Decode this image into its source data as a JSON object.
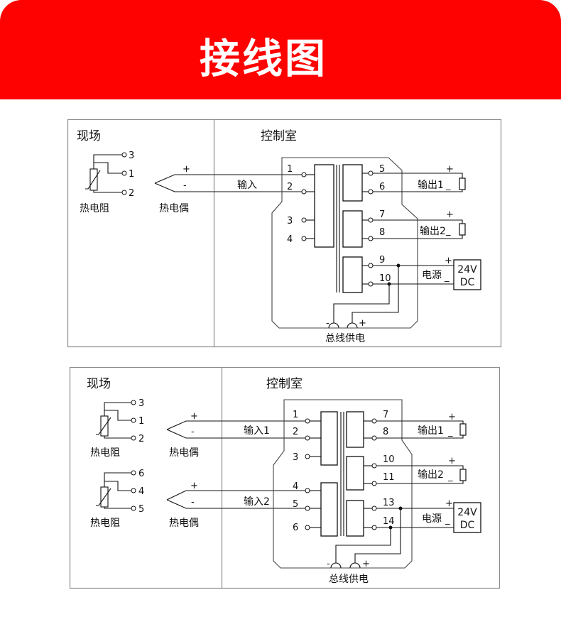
{
  "colors": {
    "banner": "#fe0101",
    "title_text": "#ffffff",
    "wiring": "#111111",
    "frame": "#8c8c8c"
  },
  "header": {
    "title": "接线图"
  },
  "diagram1": {
    "field_label": "现场",
    "control_label": "控制室",
    "rtd": {
      "label": "热电阻",
      "terminals": [
        "3",
        "1",
        "2"
      ]
    },
    "thermocouple": {
      "label": "热电偶",
      "plus": "+",
      "minus": "-"
    },
    "input_label": "输入",
    "input_terminals": [
      "1",
      "2",
      "3",
      "4"
    ],
    "output_terminals": [
      "5",
      "6",
      "7",
      "8",
      "9",
      "10"
    ],
    "output1": {
      "label": "输出1",
      "plus": "+",
      "minus": "_"
    },
    "output2": {
      "label": "输出2",
      "plus": "+",
      "minus": "_"
    },
    "power": {
      "label": "电源",
      "plus": "+",
      "minus": "_",
      "source": [
        "24V",
        "DC"
      ]
    },
    "bus_power": {
      "label": "总线供电",
      "minus": "-",
      "plus": "+"
    }
  },
  "diagram2": {
    "field_label": "现场",
    "control_label": "控制室",
    "rtd1": {
      "label": "热电阻",
      "terminals": [
        "3",
        "1",
        "2"
      ]
    },
    "thermocouple1": {
      "label": "热电偶",
      "plus": "+",
      "minus": "-"
    },
    "rtd2": {
      "label": "热电阻",
      "terminals": [
        "6",
        "4",
        "5"
      ]
    },
    "thermocouple2": {
      "label": "热电偶",
      "plus": "+",
      "minus": "-"
    },
    "input1_label": "输入1",
    "input2_label": "输入2",
    "input_terminals": [
      "1",
      "2",
      "3",
      "4",
      "5",
      "6"
    ],
    "output_terminals": [
      "7",
      "8",
      "10",
      "11",
      "13",
      "14"
    ],
    "output1": {
      "label": "输出1",
      "plus": "+",
      "minus": "_"
    },
    "output2": {
      "label": "输出2",
      "plus": "+",
      "minus": "_"
    },
    "power": {
      "label": "电源",
      "plus": "+",
      "minus": "_",
      "source": [
        "24V",
        "DC"
      ]
    },
    "bus_power": {
      "label": "总线供电",
      "minus": "-",
      "plus": "+"
    }
  }
}
